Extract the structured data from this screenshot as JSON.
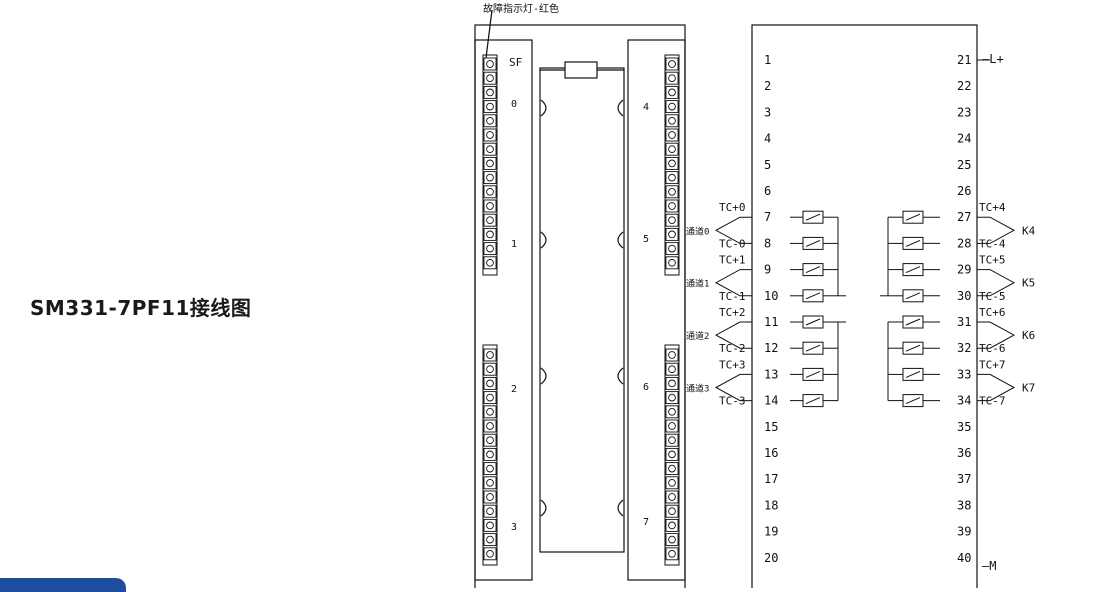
{
  "title": "SM331-7PF11接线图",
  "fault_led_label": "故障指示灯-红色",
  "sf_label": "SF",
  "left_channel_labels": [
    "0",
    "1",
    "2",
    "3"
  ],
  "right_channel_labels": [
    "4",
    "5",
    "6",
    "7"
  ],
  "terminals_left": [
    "1",
    "2",
    "3",
    "4",
    "5",
    "6",
    "7",
    "8",
    "9",
    "10",
    "11",
    "12",
    "13",
    "14",
    "15",
    "16",
    "17",
    "18",
    "19",
    "20"
  ],
  "terminals_right": [
    "21",
    "22",
    "23",
    "24",
    "25",
    "26",
    "27",
    "28",
    "29",
    "30",
    "31",
    "32",
    "33",
    "34",
    "35",
    "36",
    "37",
    "38",
    "39",
    "40"
  ],
  "supply_plus": "—L+",
  "supply_minus": "—M",
  "channels_left": [
    {
      "plus": "TC+0",
      "minus": "TC-0",
      "name": "通道0"
    },
    {
      "plus": "TC+1",
      "minus": "TC-1",
      "name": "通道1"
    },
    {
      "plus": "TC+2",
      "minus": "TC-2",
      "name": "通道2"
    },
    {
      "plus": "TC+3",
      "minus": "TC-3",
      "name": "通道3"
    }
  ],
  "channels_right": [
    {
      "plus": "TC+4",
      "minus": "TC-4",
      "name": "K4"
    },
    {
      "plus": "TC+5",
      "minus": "TC-5",
      "name": "K5"
    },
    {
      "plus": "TC+6",
      "minus": "TC-6",
      "name": "K6"
    },
    {
      "plus": "TC+7",
      "minus": "TC-7",
      "name": "K7"
    }
  ],
  "colors": {
    "line": "#111111",
    "tab": "#1d4d9c"
  }
}
